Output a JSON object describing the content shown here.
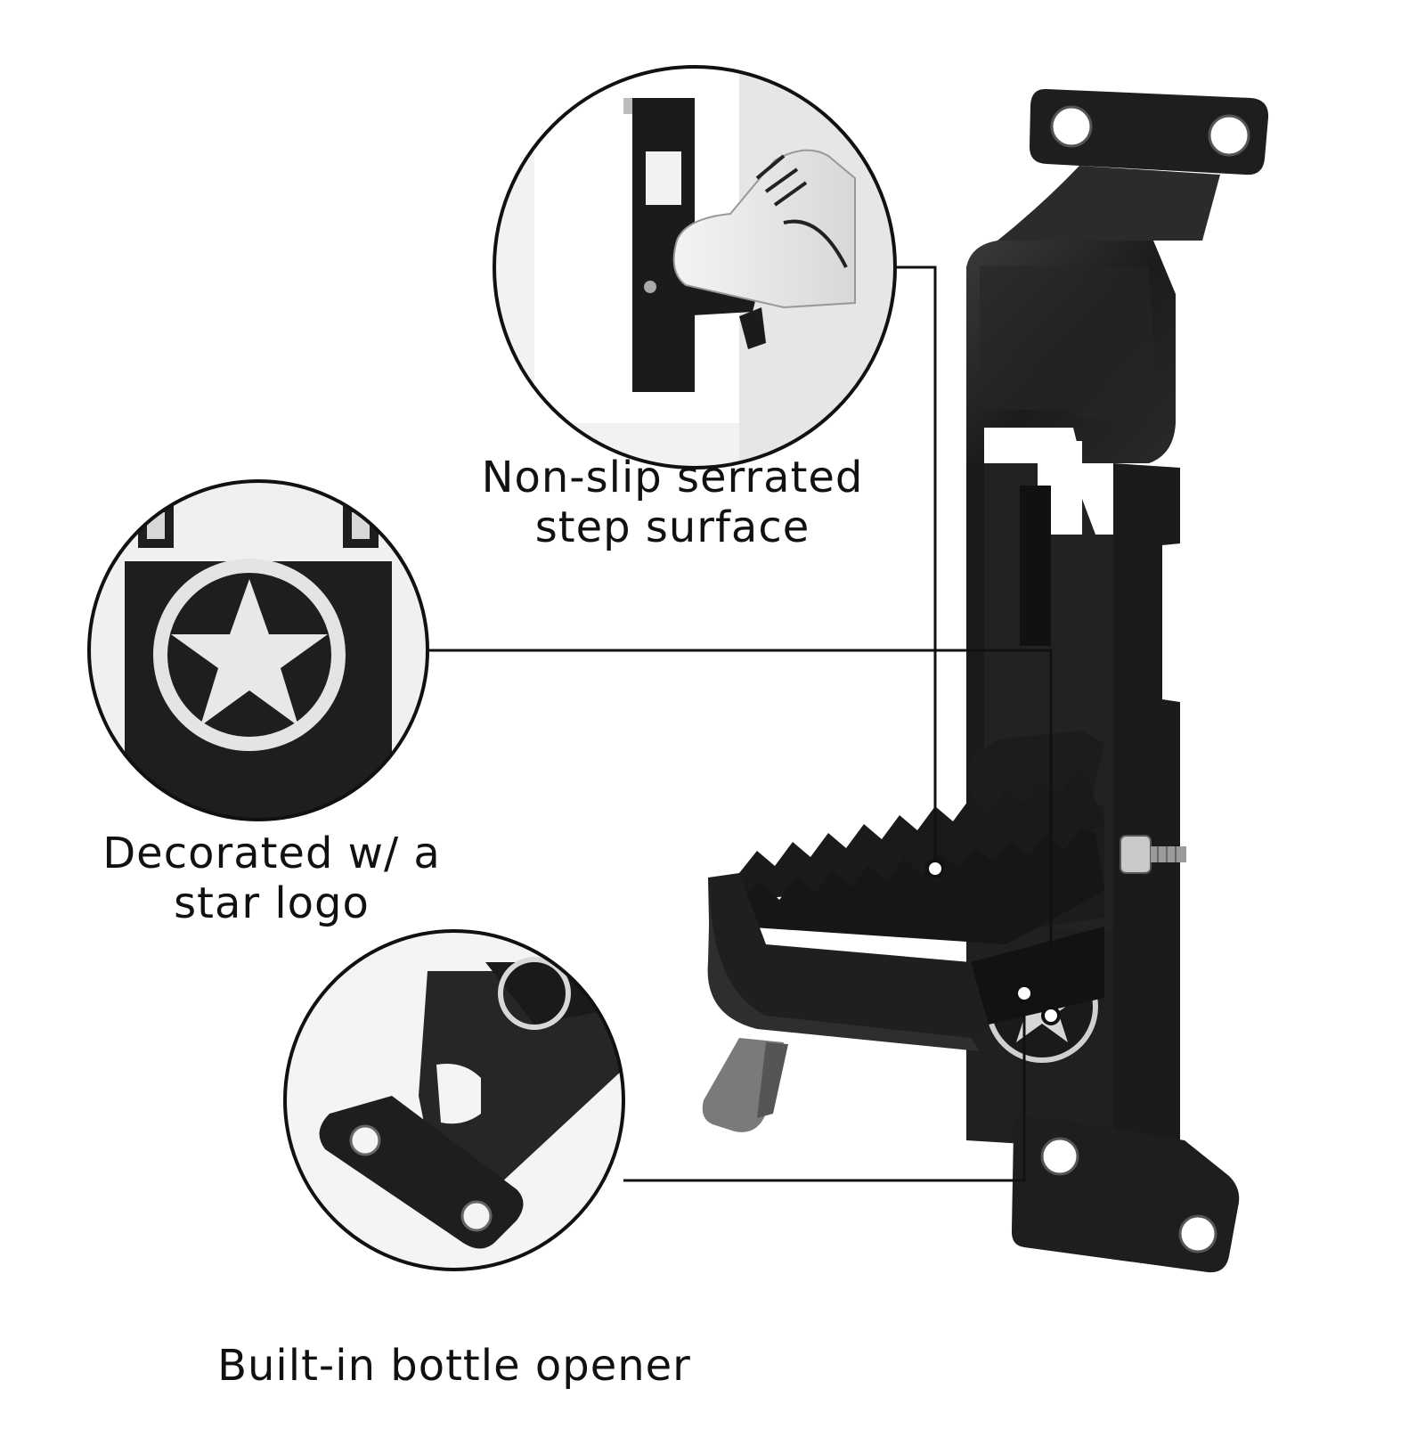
{
  "callouts": {
    "serrated": {
      "line1": "Non-slip serrated",
      "line2": "step surface"
    },
    "star_logo": {
      "line1": "Decorated w/ a",
      "line2": "star logo"
    },
    "bottle_opener": {
      "line1": "Built-in bottle opener"
    }
  },
  "colors": {
    "background": "#ffffff",
    "metal": "#1c1c1c",
    "metal_highlight": "#3a3a3a",
    "leader_line": "#111111",
    "star_cutout": "#e8e8e8"
  }
}
